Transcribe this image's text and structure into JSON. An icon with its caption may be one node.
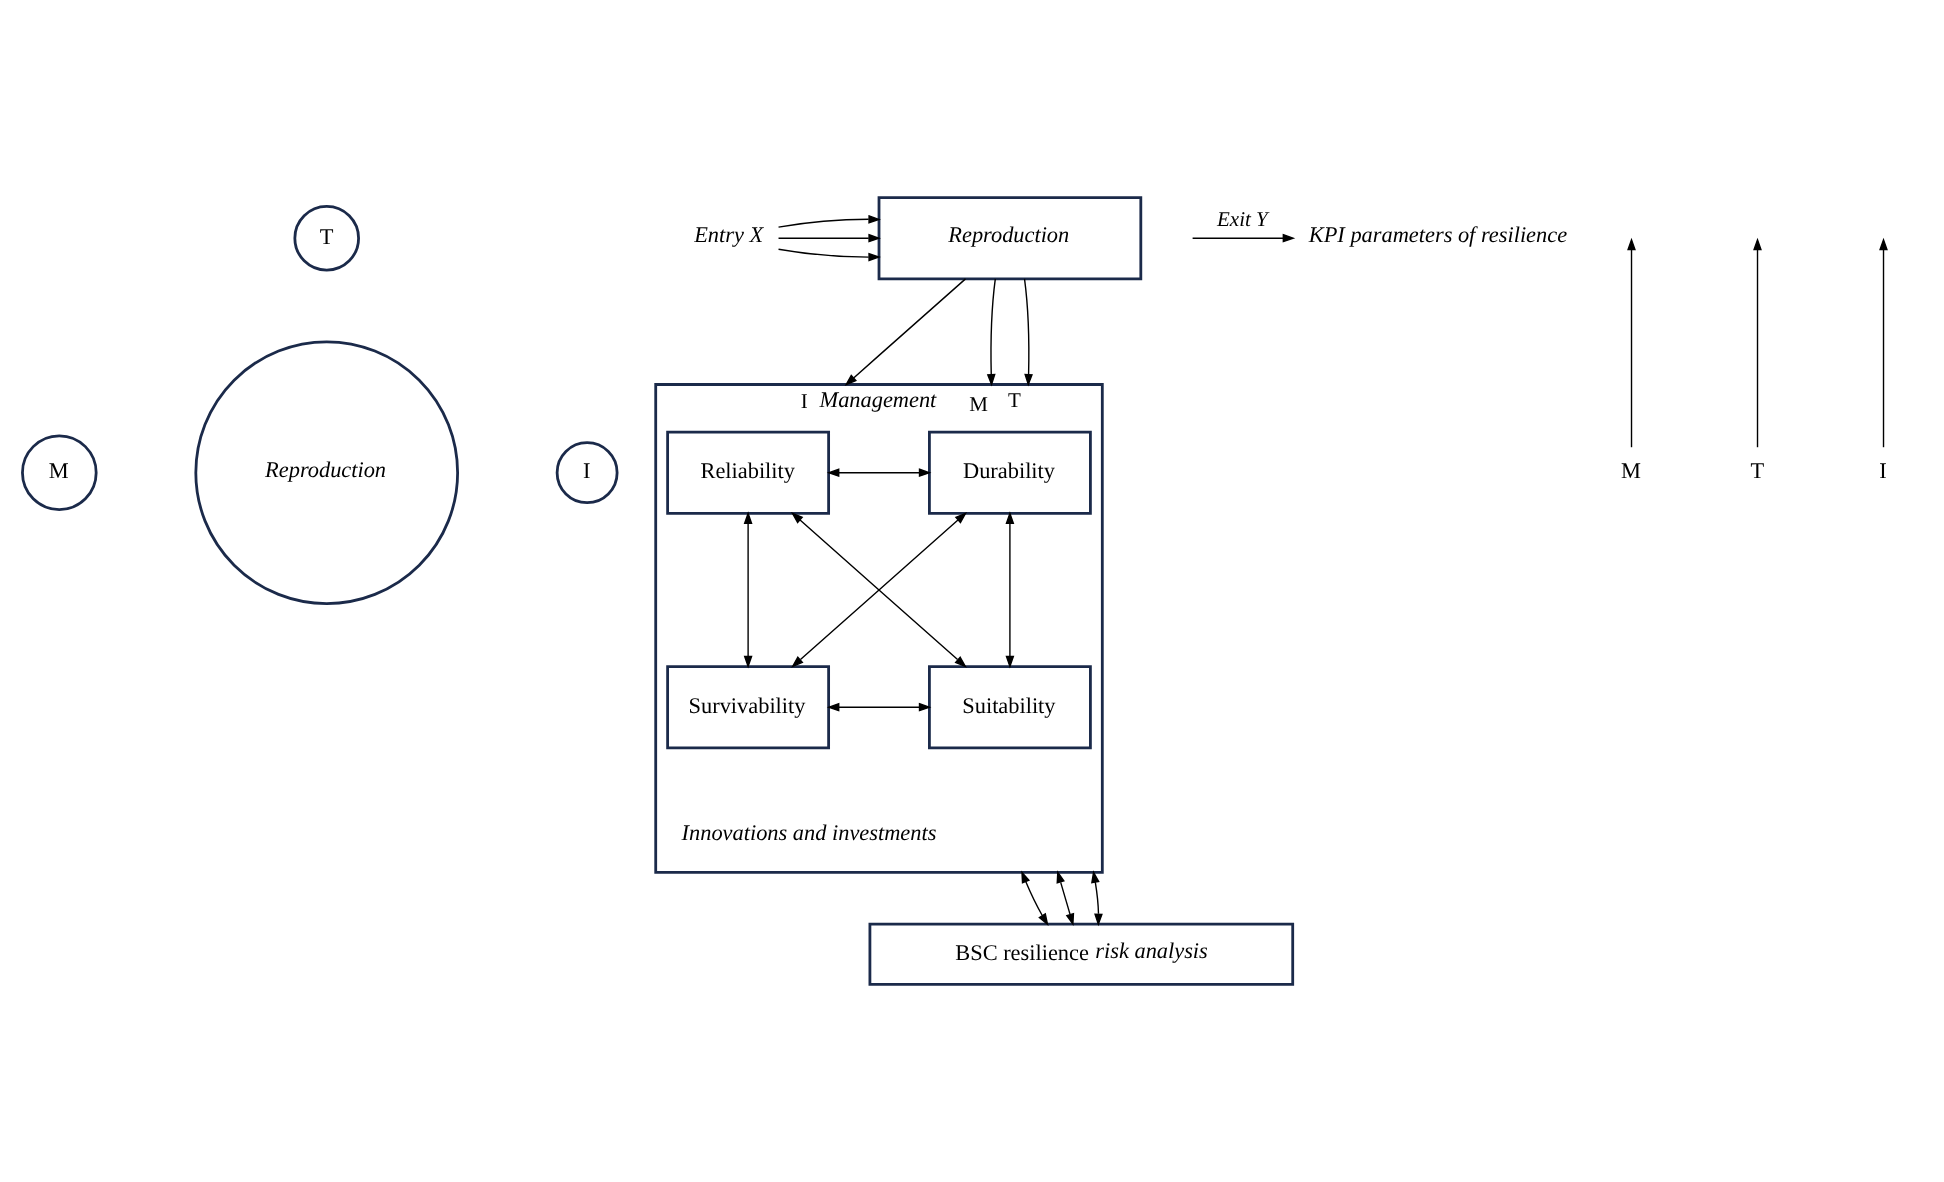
{
  "diagram": {
    "nodes": [
      {
        "text": [
          "Reproduction"
        ]
      },
      {
        "text": [
          "T"
        ]
      },
      {
        "text": [
          "M"
        ]
      },
      {
        "text": [
          "I"
        ]
      },
      {
        "text": [
          "Entry X"
        ]
      },
      {
        "text": [
          "Reproduction"
        ]
      },
      {
        "text": [
          "KPI parameters of resilience"
        ]
      },
      {
        "text": [
          "M"
        ]
      },
      {
        "text": [
          "T"
        ]
      },
      {
        "text": [
          "I"
        ]
      },
      {
        "text": [
          "Management",
          "Innovations and investments"
        ]
      },
      {
        "text": [
          "Durability"
        ],
        "in": 10
      },
      {
        "text": [
          "Reliability"
        ],
        "in": 10
      },
      {
        "text": [
          "Survivability"
        ],
        "in": 10
      },
      {
        "text": [
          "Suitability"
        ],
        "in": 10
      },
      {
        "text": [
          "BSC resilience *risk analysis*"
        ]
      }
    ],
    "edges": [
      {
        "from": 4,
        "to": 5,
        "arrow": "to"
      },
      {
        "from": 4,
        "to": 5,
        "arrow": "to"
      },
      {
        "from": 4,
        "to": 5,
        "arrow": "to"
      },
      {
        "from": 7,
        "to": null,
        "arrow": "to"
      },
      {
        "from": 8,
        "to": null,
        "arrow": "to"
      },
      {
        "from": 9,
        "to": null,
        "arrow": "to"
      },
      {
        "from": null,
        "to": 6,
        "arrow": "to",
        "label": "Exit Y"
      },
      {
        "from": 5,
        "to": 10,
        "arrow": "to",
        "label": "M"
      },
      {
        "from": 5,
        "to": 10,
        "arrow": "to",
        "label": "T"
      },
      {
        "from": 5,
        "to": 10,
        "arrow": "to",
        "label": "I"
      },
      {
        "from": 11,
        "to": 12,
        "arrow": "both"
      },
      {
        "from": 11,
        "to": 13,
        "arrow": "both"
      },
      {
        "from": 11,
        "to": 14,
        "arrow": "both"
      },
      {
        "from": 12,
        "to": 13,
        "arrow": "both"
      },
      {
        "from": 12,
        "to": 14,
        "arrow": "both"
      },
      {
        "from": 13,
        "to": 14,
        "arrow": "both"
      },
      {
        "from": 10,
        "to": 15,
        "arrow": "both"
      },
      {
        "from": 10,
        "to": 15,
        "arrow": "both"
      },
      {
        "from": 10,
        "to": 15,
        "arrow": "both"
      }
    ]
  }
}
